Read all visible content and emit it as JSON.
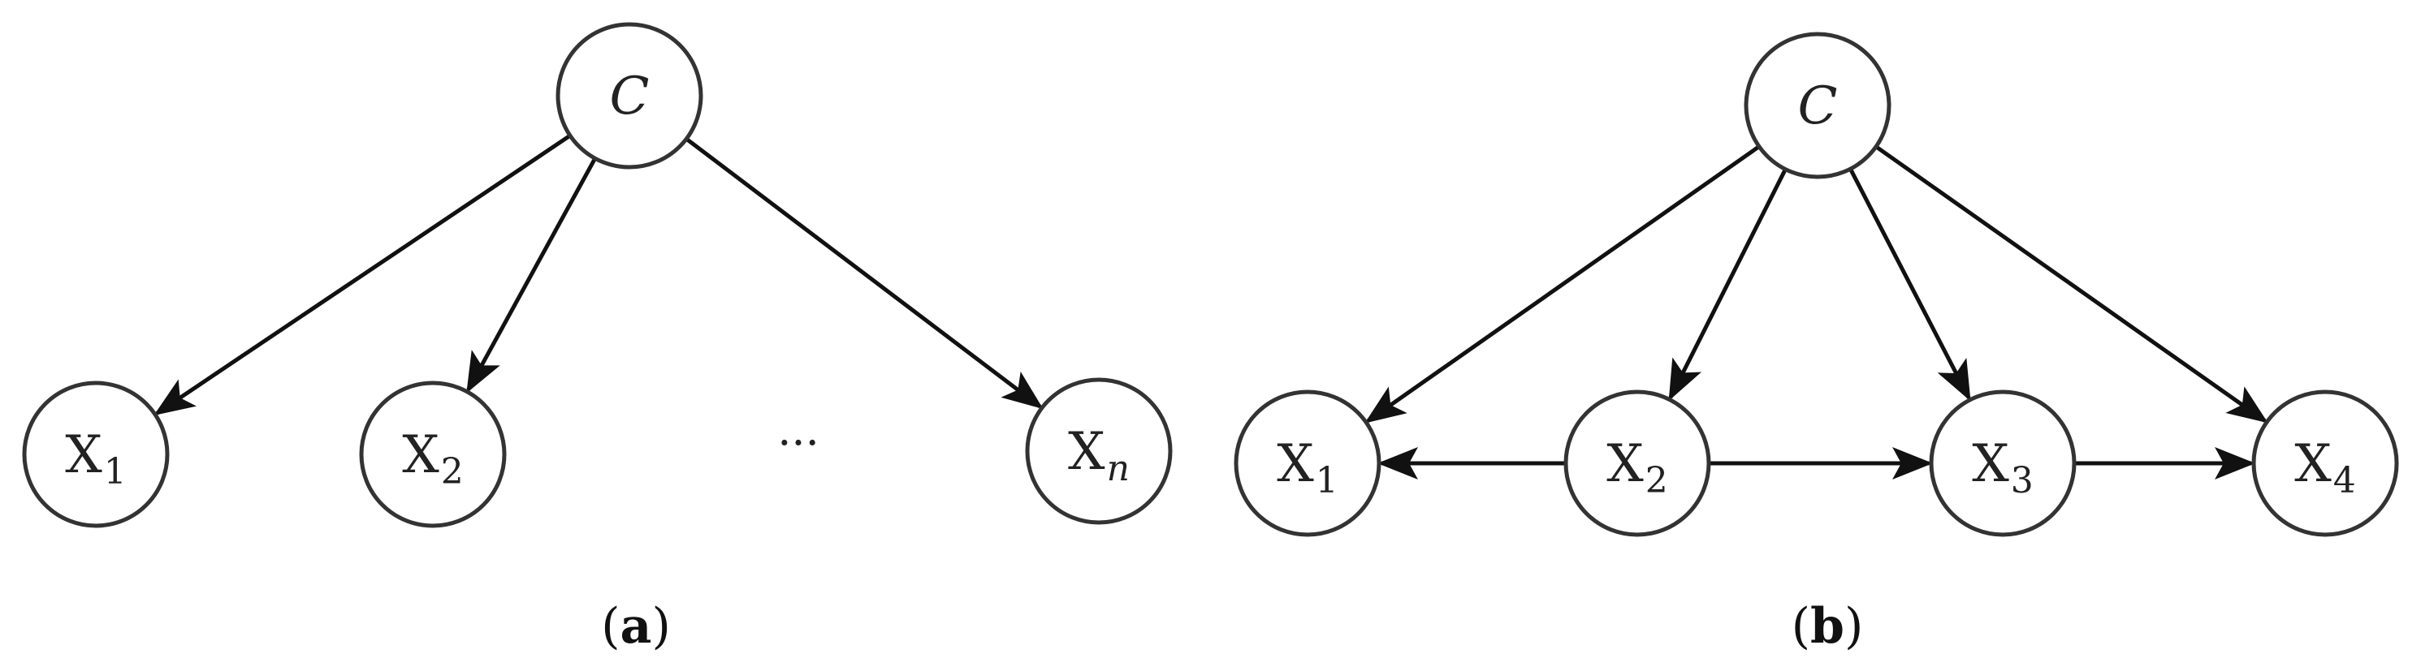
{
  "colors": {
    "node_stroke": "#333333",
    "edge": "#111111",
    "text": "#222222"
  },
  "panels": [
    {
      "id": "a",
      "letter": "a",
      "nodes": [
        {
          "id": "a-C",
          "main": "C",
          "sub": ""
        },
        {
          "id": "a-X1",
          "main": "X",
          "sub": "1"
        },
        {
          "id": "a-X2",
          "main": "X",
          "sub": "2"
        },
        {
          "id": "a-Xn",
          "main": "X",
          "sub": "n"
        }
      ],
      "edges": [
        {
          "from": "a-C",
          "to": "a-X1"
        },
        {
          "from": "a-C",
          "to": "a-X2"
        },
        {
          "from": "a-C",
          "to": "a-Xn"
        }
      ],
      "ellipsis": "..."
    },
    {
      "id": "b",
      "letter": "b",
      "nodes": [
        {
          "id": "b-C",
          "main": "C",
          "sub": ""
        },
        {
          "id": "b-X1",
          "main": "X",
          "sub": "1"
        },
        {
          "id": "b-X2",
          "main": "X",
          "sub": "2"
        },
        {
          "id": "b-X3",
          "main": "X",
          "sub": "3"
        },
        {
          "id": "b-X4",
          "main": "X",
          "sub": "4"
        }
      ],
      "edges": [
        {
          "from": "b-C",
          "to": "b-X1"
        },
        {
          "from": "b-C",
          "to": "b-X2"
        },
        {
          "from": "b-C",
          "to": "b-X3"
        },
        {
          "from": "b-C",
          "to": "b-X4"
        },
        {
          "from": "b-X2",
          "to": "b-X1"
        },
        {
          "from": "b-X2",
          "to": "b-X3"
        },
        {
          "from": "b-X3",
          "to": "b-X4"
        }
      ]
    }
  ]
}
